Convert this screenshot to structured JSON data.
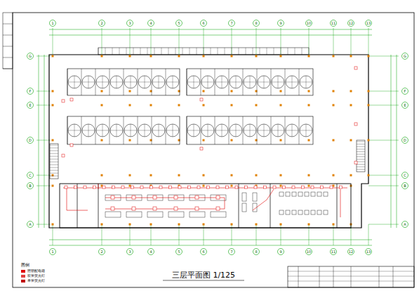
{
  "diagram": {
    "title": "三层平面图 1/125",
    "labels": [
      "1",
      "2",
      "3",
      "4",
      "5",
      "6",
      "7",
      "8",
      "9",
      "10",
      "11",
      "12",
      "13",
      "1",
      "2",
      "3",
      "4",
      "5",
      "6",
      "7",
      "8",
      "9",
      "10",
      "11",
      "12",
      "13",
      "A",
      "B",
      "C",
      "D",
      "E",
      "F",
      "G",
      "A",
      "B",
      "C",
      "D",
      "E",
      "F",
      "G",
      "图例"
    ],
    "legend": [
      {
        "text": "照明配电箱",
        "color": "#e00000"
      },
      {
        "text": "双管荧光灯",
        "color": "#e04040"
      },
      {
        "text": "单管荧光灯",
        "color": "#c00000"
      }
    ]
  }
}
